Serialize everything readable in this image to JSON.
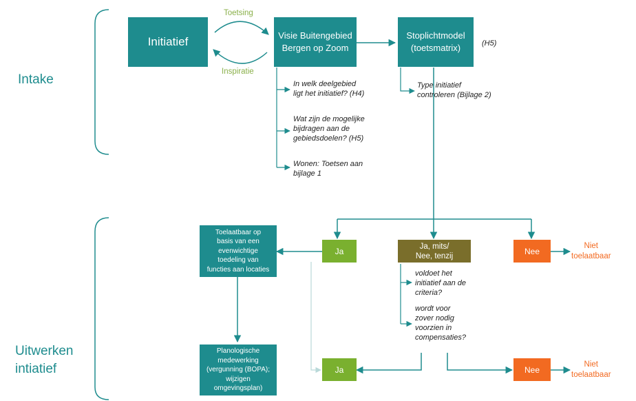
{
  "sections": {
    "intake": "Intake",
    "uitwerken": "Uitwerken\nintiatief"
  },
  "cycle": {
    "toetsing": "Toetsing",
    "inspiratie": "Inspiratie"
  },
  "boxes": {
    "initiatief": "Initiatief",
    "visie": "Visie Buitengebied\nBergen op Zoom",
    "stoplicht": "Stoplichtmodel\n(toetsmatrix)",
    "stoplicht_ref": "(H5)",
    "toelaatbaar": "Toelaatbaar op\nbasis van een\nevenwichtige\ntoedeling van\nfuncties aan locaties",
    "planologische": "Planologische\nmedewerking\n(vergunning (BOPA);\nwijzigen\nomgevingsplan)",
    "ja1": "Ja",
    "ja_mits": "Ja, mits/\nNee, tenzij",
    "nee1": "Nee",
    "ja2": "Ja",
    "nee2": "Nee"
  },
  "notes": {
    "deelgebied": "In welk deelgebied\nligt het initiatief? (H4)",
    "bijdragen": "Wat zijn de mogelijke\nbijdragen aan de\ngebiedsdoelen? (H5)",
    "wonen": "Wonen: Toetsen aan\nbijlage 1",
    "type": "Type initiatief\ncontroleren (Bijlage 2)",
    "voldoet": "voldoet het\ninitiatief aan de\ncriteria?",
    "compensaties": "wordt voor\nzover nodig\nvoorzien in\ncompensaties?"
  },
  "results": {
    "niet1": "Niet\ntoelaatbaar",
    "niet2": "Niet\ntoelaatbaar"
  },
  "colors": {
    "teal": "#1e8c8e",
    "olive": "#7a6e2b",
    "green": "#7ab02f",
    "orange": "#f26a21",
    "cycle_text": "#8ab04a"
  }
}
